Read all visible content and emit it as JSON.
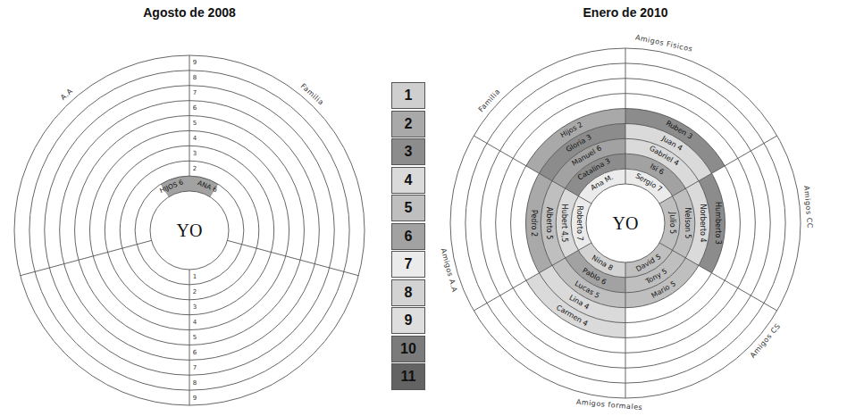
{
  "diagram": {
    "nodes": [
      {
        "text": [
          "YO"
        ]
      },
      {
        "text": [
          "HIJOS 6"
        ]
      },
      {
        "text": [
          "ANA 6"
        ]
      },
      {
        "text": [
          "YO"
        ]
      },
      {
        "text": [
          "Sergio 7"
        ]
      },
      {
        "text": [
          "Isi 6"
        ]
      },
      {
        "text": [
          "Gabriel 4"
        ]
      },
      {
        "text": [
          "Juan 4"
        ]
      },
      {
        "text": [
          "Ruben 3"
        ]
      },
      {
        "text": [
          "Julio 5"
        ]
      },
      {
        "text": [
          "Nelson 5"
        ]
      },
      {
        "text": [
          "Norberto 4"
        ]
      },
      {
        "text": [
          "Humberto 3"
        ]
      },
      {
        "text": [
          "David 5"
        ]
      },
      {
        "text": [
          "Tony 5"
        ]
      },
      {
        "text": [
          "Mario 5"
        ]
      },
      {
        "text": [
          "Nina 8"
        ]
      },
      {
        "text": [
          "Pablo 6"
        ]
      },
      {
        "text": [
          "Lucas 5"
        ]
      },
      {
        "text": [
          "Lina 4"
        ]
      },
      {
        "text": [
          "Carmen 4"
        ]
      },
      {
        "text": [
          "Roberto 7"
        ]
      },
      {
        "text": [
          "Hubert 4,5"
        ]
      },
      {
        "text": [
          "Alberto 5"
        ]
      },
      {
        "text": [
          "Pedro 2"
        ]
      },
      {
        "text": [
          "Ana M."
        ]
      },
      {
        "text": [
          "Catalina 3"
        ]
      },
      {
        "text": [
          "Manuel 6"
        ]
      },
      {
        "text": [
          "Gloria 3"
        ]
      },
      {
        "text": [
          "Hijos 2"
        ]
      }
    ],
    "labels": [
      "Agosto de 2008",
      "Enero de 2010",
      "A.A",
      "Familia",
      "Amigos Fisicos",
      "Amigos CC",
      "Amigos CS",
      "Amigos formales",
      "Amigos A.A",
      "Familia",
      "2",
      "3",
      "4",
      "5",
      "6",
      "7",
      "8",
      "9",
      "1",
      "2",
      "3",
      "4",
      "5",
      "6",
      "7",
      "8",
      "9"
    ],
    "legend": [
      {
        "text": "1",
        "color": "#cfcfcf"
      },
      {
        "text": "2",
        "color": "#a9a9a9"
      },
      {
        "text": "3",
        "color": "#8c8c8c"
      },
      {
        "text": "4",
        "color": "#dadada"
      },
      {
        "text": "5",
        "color": "#bfbfbf"
      },
      {
        "text": "6",
        "color": "#a2a2a2"
      },
      {
        "text": "7",
        "color": "#ebebeb"
      },
      {
        "text": "8",
        "color": "#d3d3d3"
      },
      {
        "text": "9",
        "color": "#dedede"
      },
      {
        "text": "10",
        "color": "#7b7b7b"
      },
      {
        "text": "11",
        "color": "#636363"
      }
    ]
  }
}
